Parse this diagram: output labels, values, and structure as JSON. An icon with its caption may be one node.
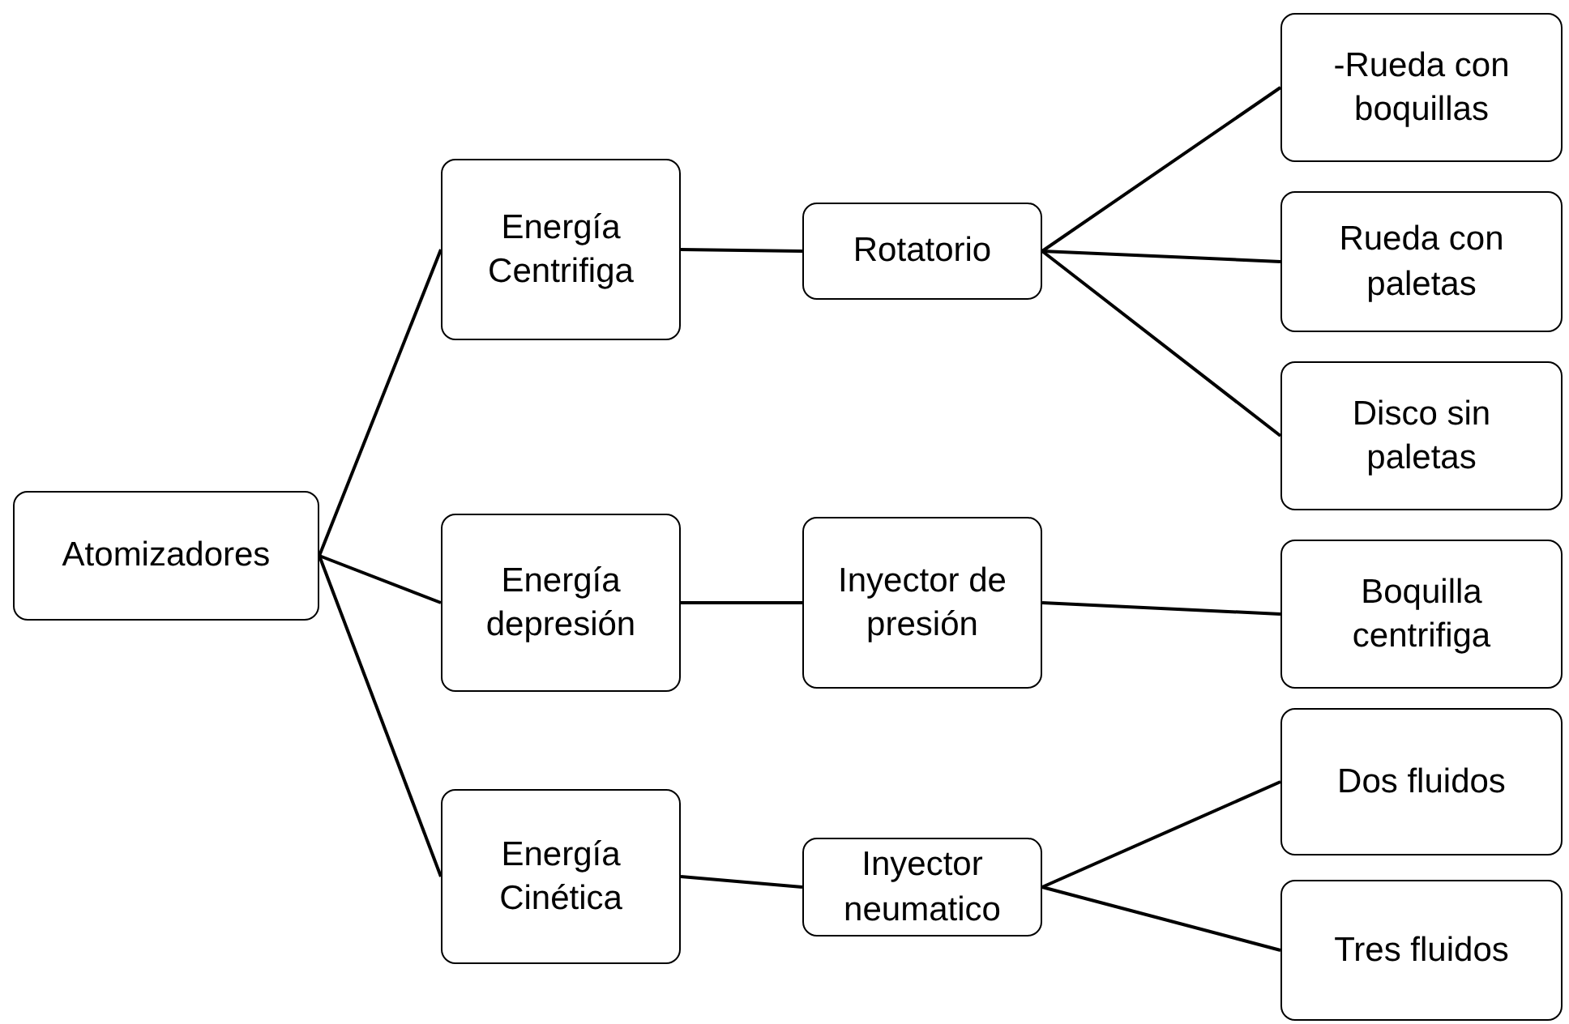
{
  "diagram": {
    "nodes": [
      {
        "text": [
          "Atomizadores"
        ]
      },
      {
        "text": [
          "Energía Centrifiga"
        ]
      },
      {
        "text": [
          "Energía depresión"
        ]
      },
      {
        "text": [
          "Energía Cinética"
        ]
      },
      {
        "text": [
          "Rotatorio"
        ]
      },
      {
        "text": [
          "Inyector de presión"
        ]
      },
      {
        "text": [
          "Inyector neumatico"
        ]
      },
      {
        "text": [
          "-Rueda con boquillas"
        ]
      },
      {
        "text": [
          "Rueda con paletas"
        ]
      },
      {
        "text": [
          "Disco sin paletas"
        ]
      },
      {
        "text": [
          "Boquilla centrifiga"
        ]
      },
      {
        "text": [
          "Dos fluidos"
        ]
      },
      {
        "text": [
          "Tres fluidos"
        ]
      }
    ],
    "edges": [
      {
        "from": 0,
        "to": 1,
        "arrow": "none"
      },
      {
        "from": 0,
        "to": 2,
        "arrow": "none"
      },
      {
        "from": 0,
        "to": 3,
        "arrow": "none"
      },
      {
        "from": 1,
        "to": 4,
        "arrow": "none"
      },
      {
        "from": 2,
        "to": 5,
        "arrow": "none"
      },
      {
        "from": 3,
        "to": 6,
        "arrow": "none"
      },
      {
        "from": 4,
        "to": 7,
        "arrow": "none"
      },
      {
        "from": 4,
        "to": 8,
        "arrow": "none"
      },
      {
        "from": 4,
        "to": 9,
        "arrow": "none"
      },
      {
        "from": 5,
        "to": 10,
        "arrow": "none"
      },
      {
        "from": 6,
        "to": 11,
        "arrow": "none"
      },
      {
        "from": 6,
        "to": 12,
        "arrow": "none"
      }
    ]
  }
}
